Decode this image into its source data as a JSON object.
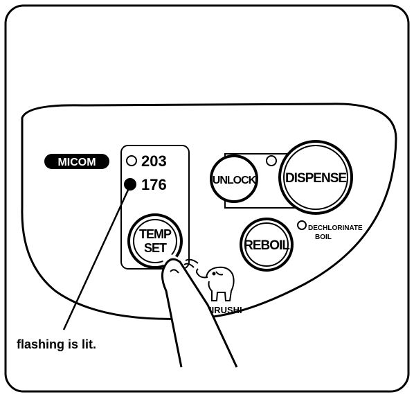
{
  "panel": {
    "brand_badge": "MICOM",
    "temperatures": [
      {
        "value": "203",
        "lit": false
      },
      {
        "value": "176",
        "lit": true
      }
    ],
    "buttons": {
      "temp_set_line1": "TEMP",
      "temp_set_line2": "SET",
      "unlock": "UNLOCK",
      "dispense": "DISPENSE",
      "reboil": "REBOIL"
    },
    "dechlorinate_line1": "DECHLORINATE",
    "dechlorinate_line2": "BOIL",
    "logo_text": "JIRUSHI"
  },
  "callout": {
    "caption": "flashing is lit."
  }
}
